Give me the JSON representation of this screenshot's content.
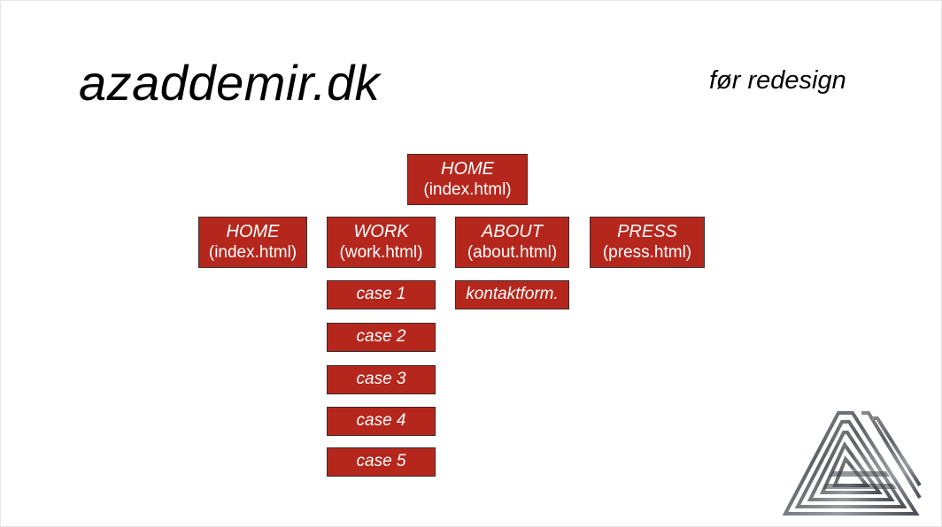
{
  "header": {
    "site_title": "azaddemir.dk",
    "subtitle": "før redesign"
  },
  "sitemap": {
    "root": {
      "label": "HOME",
      "file": "(index.html)"
    },
    "pages": [
      {
        "label": "HOME",
        "file": "(index.html)"
      },
      {
        "label": "WORK",
        "file": "(work.html)"
      },
      {
        "label": "ABOUT",
        "file": "(about.html)"
      },
      {
        "label": "PRESS",
        "file": "(press.html)"
      }
    ],
    "work_children": [
      "case 1",
      "case 2",
      "case 3",
      "case 4",
      "case 5"
    ],
    "about_children": [
      "kontaktform."
    ]
  },
  "colors": {
    "node_fill": "#b5271d",
    "node_text": "#ffffff"
  },
  "logo": {
    "icon": "triangle-logo-icon"
  }
}
